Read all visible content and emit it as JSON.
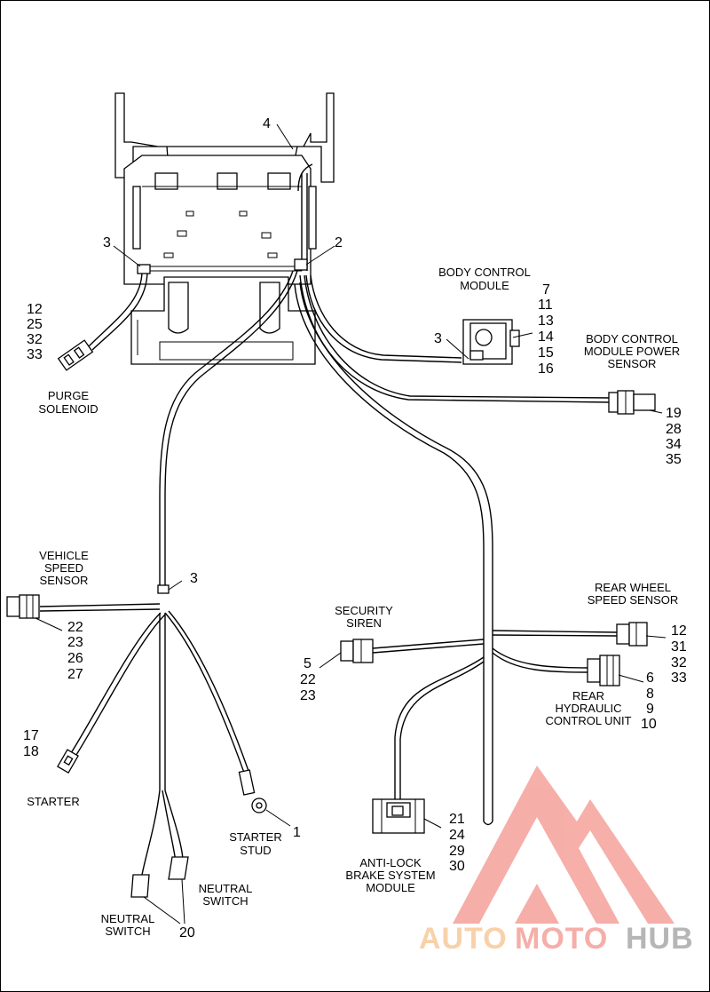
{
  "labels": {
    "body_control_module": [
      "BODY CONTROL",
      "MODULE"
    ],
    "bcm_power_sensor": [
      "BODY CONTROL",
      "MODULE POWER",
      "SENSOR"
    ],
    "purge_solenoid": [
      "PURGE",
      "SOLENOID"
    ],
    "vehicle_speed_sensor": [
      "VEHICLE",
      "SPEED",
      "SENSOR"
    ],
    "rear_wheel_speed_sensor": [
      "REAR WHEEL",
      "SPEED SENSOR"
    ],
    "security_siren": [
      "SECURITY",
      "SIREN"
    ],
    "rear_hydraulic_control_unit": [
      "REAR",
      "HYDRAULIC",
      "CONTROL UNIT"
    ],
    "starter": [
      "STARTER"
    ],
    "starter_stud": [
      "STARTER",
      "STUD"
    ],
    "abs_module": [
      "ANTI-LOCK",
      "BRAKE SYSTEM",
      "MODULE"
    ],
    "neutral_switch_right": [
      "NEUTRAL",
      "SWITCH"
    ],
    "neutral_switch_left": [
      "NEUTRAL",
      "SWITCH"
    ]
  },
  "callouts": {
    "c4": "4",
    "c2": "2",
    "c3_left": "3",
    "c3_bcm": "3",
    "c3_harness": "3",
    "c1": "1",
    "c20": "20",
    "purge": [
      "12",
      "25",
      "32",
      "33"
    ],
    "bcm": [
      "7",
      "11",
      "13",
      "14",
      "15",
      "16"
    ],
    "bcm_power": [
      "19",
      "28",
      "34",
      "35"
    ],
    "vss": [
      "22",
      "23",
      "26",
      "27"
    ],
    "starter": [
      "17",
      "18"
    ],
    "siren": [
      "5",
      "22",
      "23"
    ],
    "rear_wss": [
      "12",
      "31",
      "32",
      "33"
    ],
    "rhcu": [
      "6",
      "8",
      "9",
      "10"
    ],
    "abs": [
      "21",
      "24",
      "29",
      "30"
    ]
  },
  "watermark": {
    "part1": "AUTO",
    "part2": "MOTO",
    "part3": "HUB",
    "color_light": "#f7c99b",
    "color_red": "#f4a19a",
    "color_gray": "#aaaaaa"
  }
}
